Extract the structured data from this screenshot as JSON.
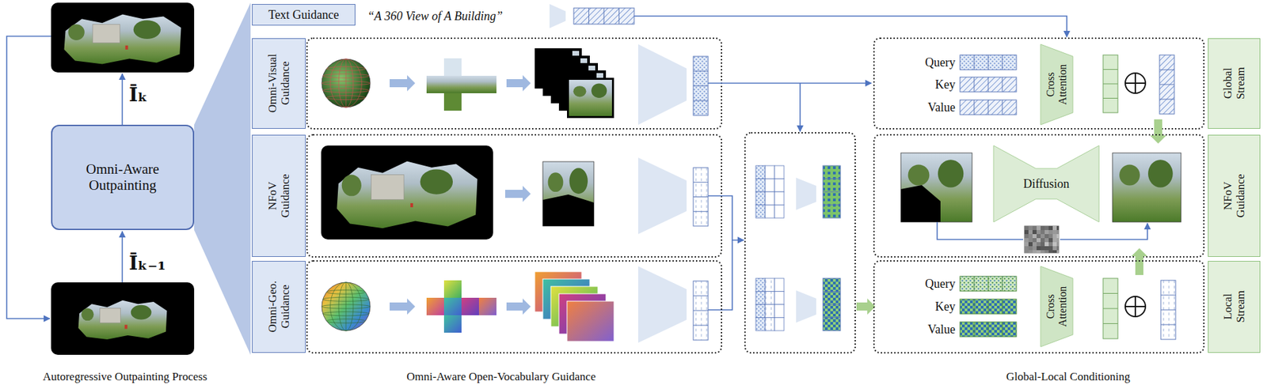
{
  "diagram": {
    "nodes": [
      {
        "text": [
          "Omni-Aware Outpainting"
        ]
      },
      {
        "text": [
          "Text Guidance"
        ]
      },
      {
        "text": [
          "Omni-Visual Guidance"
        ]
      },
      {
        "text": [
          "NFoV Guidance"
        ]
      },
      {
        "text": [
          "Omni-Geo. Guidance"
        ]
      },
      {
        "text": [
          "Cross Attention"
        ]
      },
      {
        "text": [
          "Global Stream"
        ]
      },
      {
        "text": [
          "Diffusion"
        ]
      },
      {
        "text": [
          "NFoV Guidance"
        ]
      },
      {
        "text": [
          "Cross Attention"
        ]
      },
      {
        "text": [
          "Local Stream"
        ]
      }
    ],
    "labels": [
      "Īₖ",
      "Īₖ₋₁",
      "Autoregressive Outpainting Process",
      "“A 360 View of A Building”",
      "Query",
      "Key",
      "Value",
      "Query",
      "Key",
      "Value",
      "Omni-Aware Open-Vocabulary Guidance",
      "Global-Local Conditioning"
    ]
  }
}
